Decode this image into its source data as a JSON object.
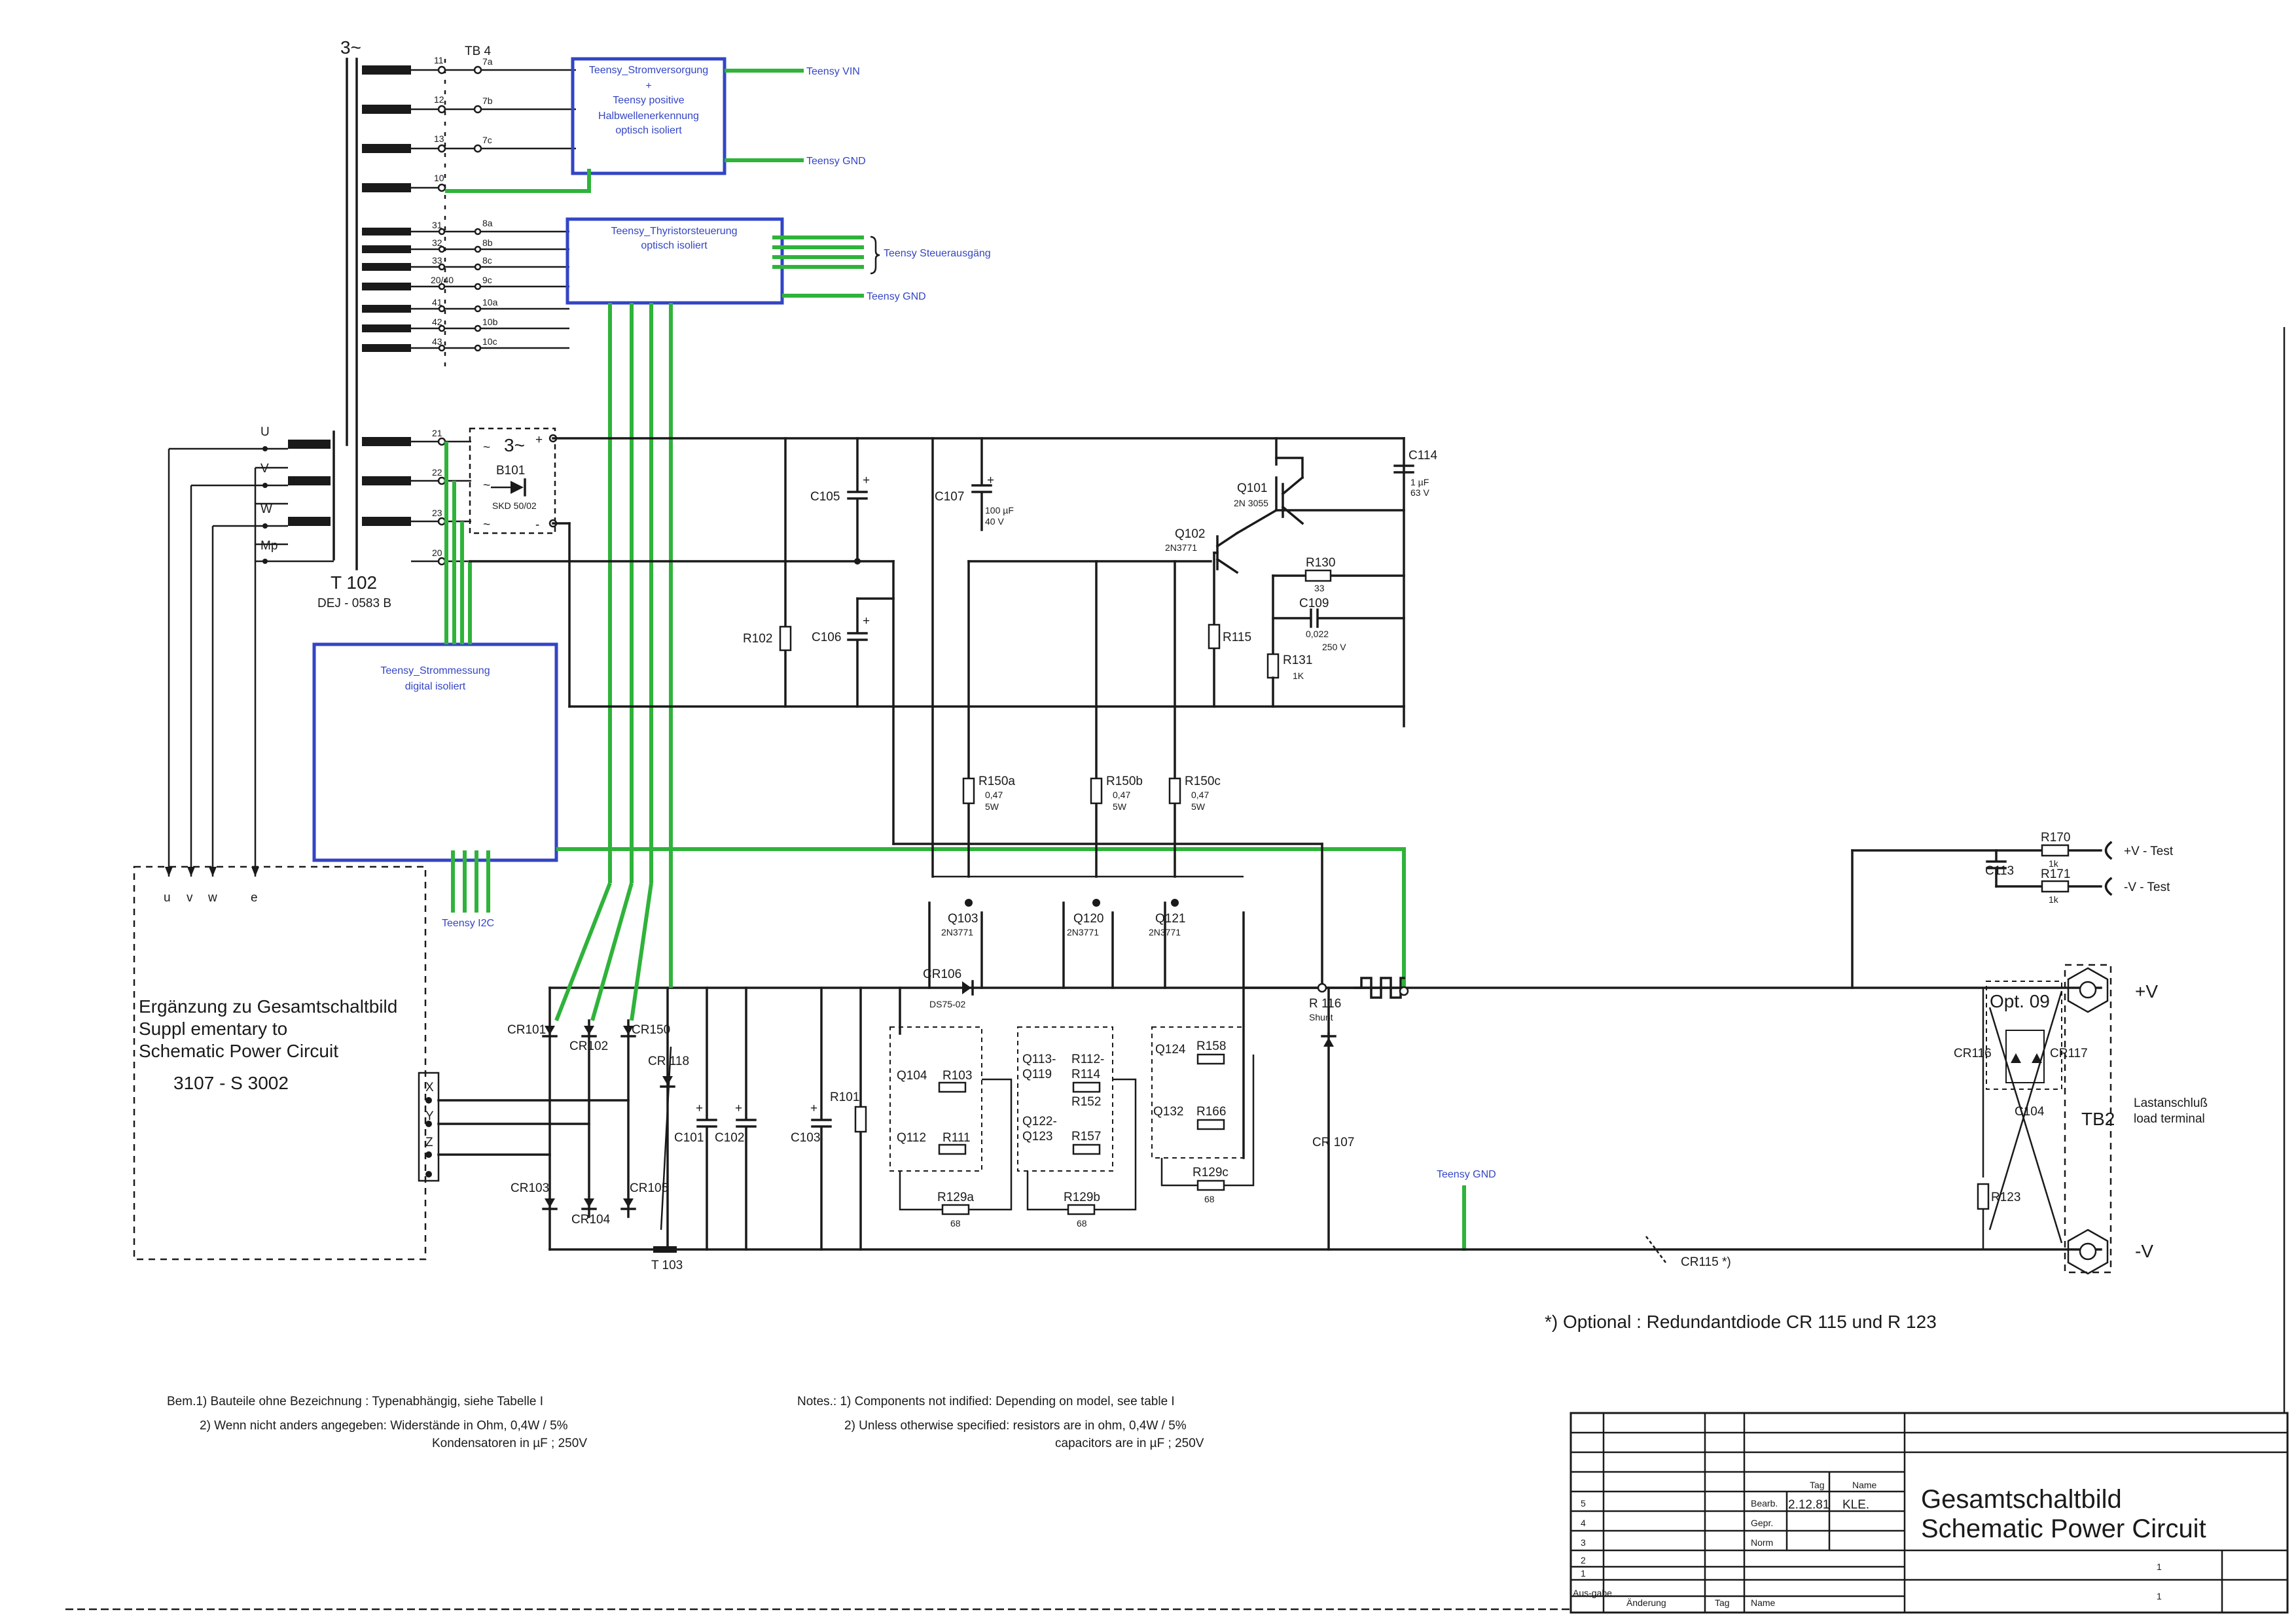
{
  "colors": {
    "ink": "#1a1a1a",
    "added_wiring": "#2fb33a",
    "added_blocks": "#3345c4",
    "paper": "#ffffff"
  },
  "three_phase_symbol": "3~",
  "terminal_block_tb4": "TB 4",
  "transformer": {
    "name": "T 102",
    "type": "DEJ - 0583 B"
  },
  "phase_labels": [
    "U",
    "V",
    "W",
    "Mp"
  ],
  "tb4_pins": [
    "11",
    "12",
    "13",
    "10",
    "31",
    "32",
    "33",
    "20/40",
    "41",
    "42",
    "43",
    "21",
    "22",
    "23",
    "20"
  ],
  "tb4_terms": [
    "7a",
    "7b",
    "7c",
    "8a",
    "8b",
    "8c",
    "9c",
    "10a",
    "10b",
    "10c"
  ],
  "rectifier": {
    "symbol": "3~",
    "name": "B101",
    "type": "SKD 50/02",
    "plus": "+",
    "minus": "-"
  },
  "blocks": {
    "power": {
      "title": "Teensy_Stromversorgung",
      "plus": "+",
      "line2": "Teensy positive",
      "line3": "Halbwellenerkennung",
      "line4": "optisch isoliert"
    },
    "thyristor": {
      "title": "Teensy_Thyristorsteuerung",
      "line2": "optisch isoliert"
    },
    "current": {
      "title": "Teensy_Strommessung",
      "line2": "digital isoliert"
    }
  },
  "teensy_labels": {
    "vin": "Teensy VIN",
    "gnd1": "Teensy GND",
    "outputs": "Teensy Steuerausgäng",
    "gnd2": "Teensy GND",
    "i2c": "Teensy I2C",
    "gnd3": "Teensy GND"
  },
  "supplementary_box": {
    "pins": [
      "u",
      "v",
      "w",
      "e"
    ],
    "line1": "Ergänzung zu Gesamtschaltbild",
    "line2": "Suppl ementary to",
    "line3": "Schematic Power Circuit",
    "line4": "3107 - S 3002",
    "xyz": [
      "X",
      "Y",
      "Z"
    ]
  },
  "components": {
    "C105": "C105",
    "C107": "C107",
    "C107_val": "100 µF",
    "C107_v": "40 V",
    "C106": "C106",
    "R102": "R102",
    "Q101": "Q101",
    "Q101_type": "2N 3055",
    "Q102": "Q102",
    "Q102_type": "2N3771",
    "C114": "C114",
    "C114_val": "1 µF",
    "C114_v": "63 V",
    "R130": "R130",
    "R130_val": "33",
    "C109": "C109",
    "C109_val": "0,022",
    "C109_v": "250 V",
    "R115": "R115",
    "R131": "R131",
    "R131_val": "1K",
    "R150a": "R150a",
    "R150b": "R150b",
    "R150c": "R150c",
    "R150_val": "0,47",
    "R150_w": "5W",
    "Q103": "Q103",
    "Q120": "Q120",
    "Q121": "Q121",
    "Q_type": "2N3771",
    "CR106": "CR106",
    "CR106_type": "DS75-02",
    "Q104": "Q104",
    "R103": "R103",
    "Q112": "Q112",
    "R111": "R111",
    "R129a": "R129a",
    "Q113": "Q113-",
    "Q119": "Q119",
    "R112": "R112-",
    "R114": "R114",
    "R152": "R152",
    "Q122": "Q122-",
    "Q123": "Q123",
    "R157": "R157",
    "R129b": "R129b",
    "Q124": "Q124",
    "R158": "R158",
    "Q132": "Q132",
    "R166": "R166",
    "R129c": "R129c",
    "val68": "68",
    "CR101": "CR101",
    "CR102": "CR102",
    "CR150": "CR150",
    "CR118": "CR 118",
    "CR103": "CR103",
    "CR104": "CR104",
    "CR105": "CR105",
    "C101": "C101",
    "C102": "C102",
    "C103": "C103",
    "R101": "R101",
    "T103": "T 103",
    "R116": "R 116",
    "shunt": "Shunt",
    "CR107": "CR 107",
    "CR115": "CR115 *)",
    "R170": "R170",
    "R171": "R171",
    "val1k": "1k",
    "C113": "C113",
    "plus_test": "+V - Test",
    "minus_test": "-V - Test",
    "opt": "Opt. 09",
    "CR116": "CR116",
    "CR117": "CR117",
    "C104": "C104",
    "TB2": "TB2",
    "R123": "R123",
    "plusV": "+V",
    "minusV": "-V",
    "load1": "Lastanschluß",
    "load2": "load terminal"
  },
  "optional_note": "*) Optional : Redundantdiode  CR 115  und  R 123",
  "notes_de": {
    "l1": "Bem.1)  Bauteile ohne Bezeichnung : Typenabhängig, siehe Tabelle I",
    "l2": "2)  Wenn nicht anders angegeben: Widerstände in Ohm, 0,4W / 5%",
    "l3": "Kondensatoren in µF ; 250V"
  },
  "notes_en": {
    "l1": "Notes.: 1)  Components not indified:  Depending on model, see table I",
    "l2": "2)  Unless otherwise specified: resistors are in ohm, 0,4W / 5%",
    "l3": "capacitors are in µF ; 250V"
  },
  "title_block": {
    "title_de": "Gesamtschaltbild",
    "title_en": "Schematic Power Circuit",
    "tag": "Tag",
    "name": "Name",
    "date": "2.12.81",
    "drawn_by": "KLE.",
    "row_labels": [
      "Bearb.",
      "Gepr.",
      "Norm"
    ],
    "revisions": [
      "5",
      "4",
      "3",
      "2",
      "1"
    ],
    "col_headers": [
      "Aus-gabe",
      "Änderung",
      "Tag",
      "Name"
    ],
    "sheet": "1",
    "sheet2": "1"
  }
}
